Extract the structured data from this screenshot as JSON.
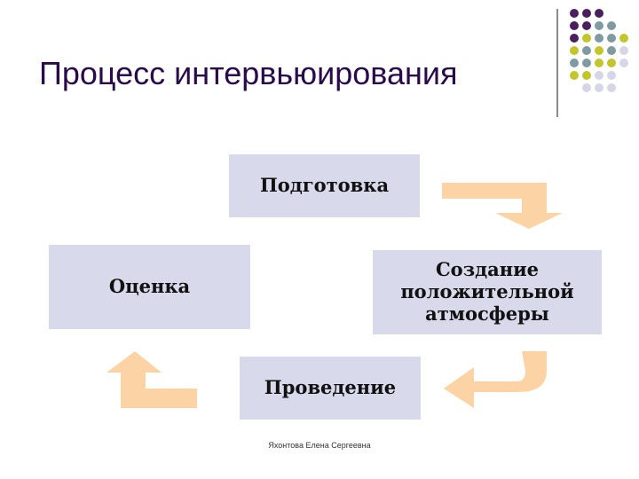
{
  "slide": {
    "title": "Процесс интервьюирования",
    "footer": "Яхонтова Елена Сергеевна"
  },
  "diagram": {
    "steps": [
      {
        "id": "prep",
        "label": "Подготовка"
      },
      {
        "id": "atmosphere",
        "label": "Создание\nположительной\nатмосферы"
      },
      {
        "id": "conduct",
        "label": "Проведение"
      },
      {
        "id": "evaluation",
        "label": "Оценка"
      }
    ],
    "box_color": "#d9d9ec",
    "arrow_color": "#fcd3a4"
  },
  "decor": {
    "dot_colors": {
      "purple": "#4b1e5e",
      "teal": "#7f9aa0",
      "olive": "#c2c62b",
      "lavender": "#d6d6e8"
    }
  }
}
